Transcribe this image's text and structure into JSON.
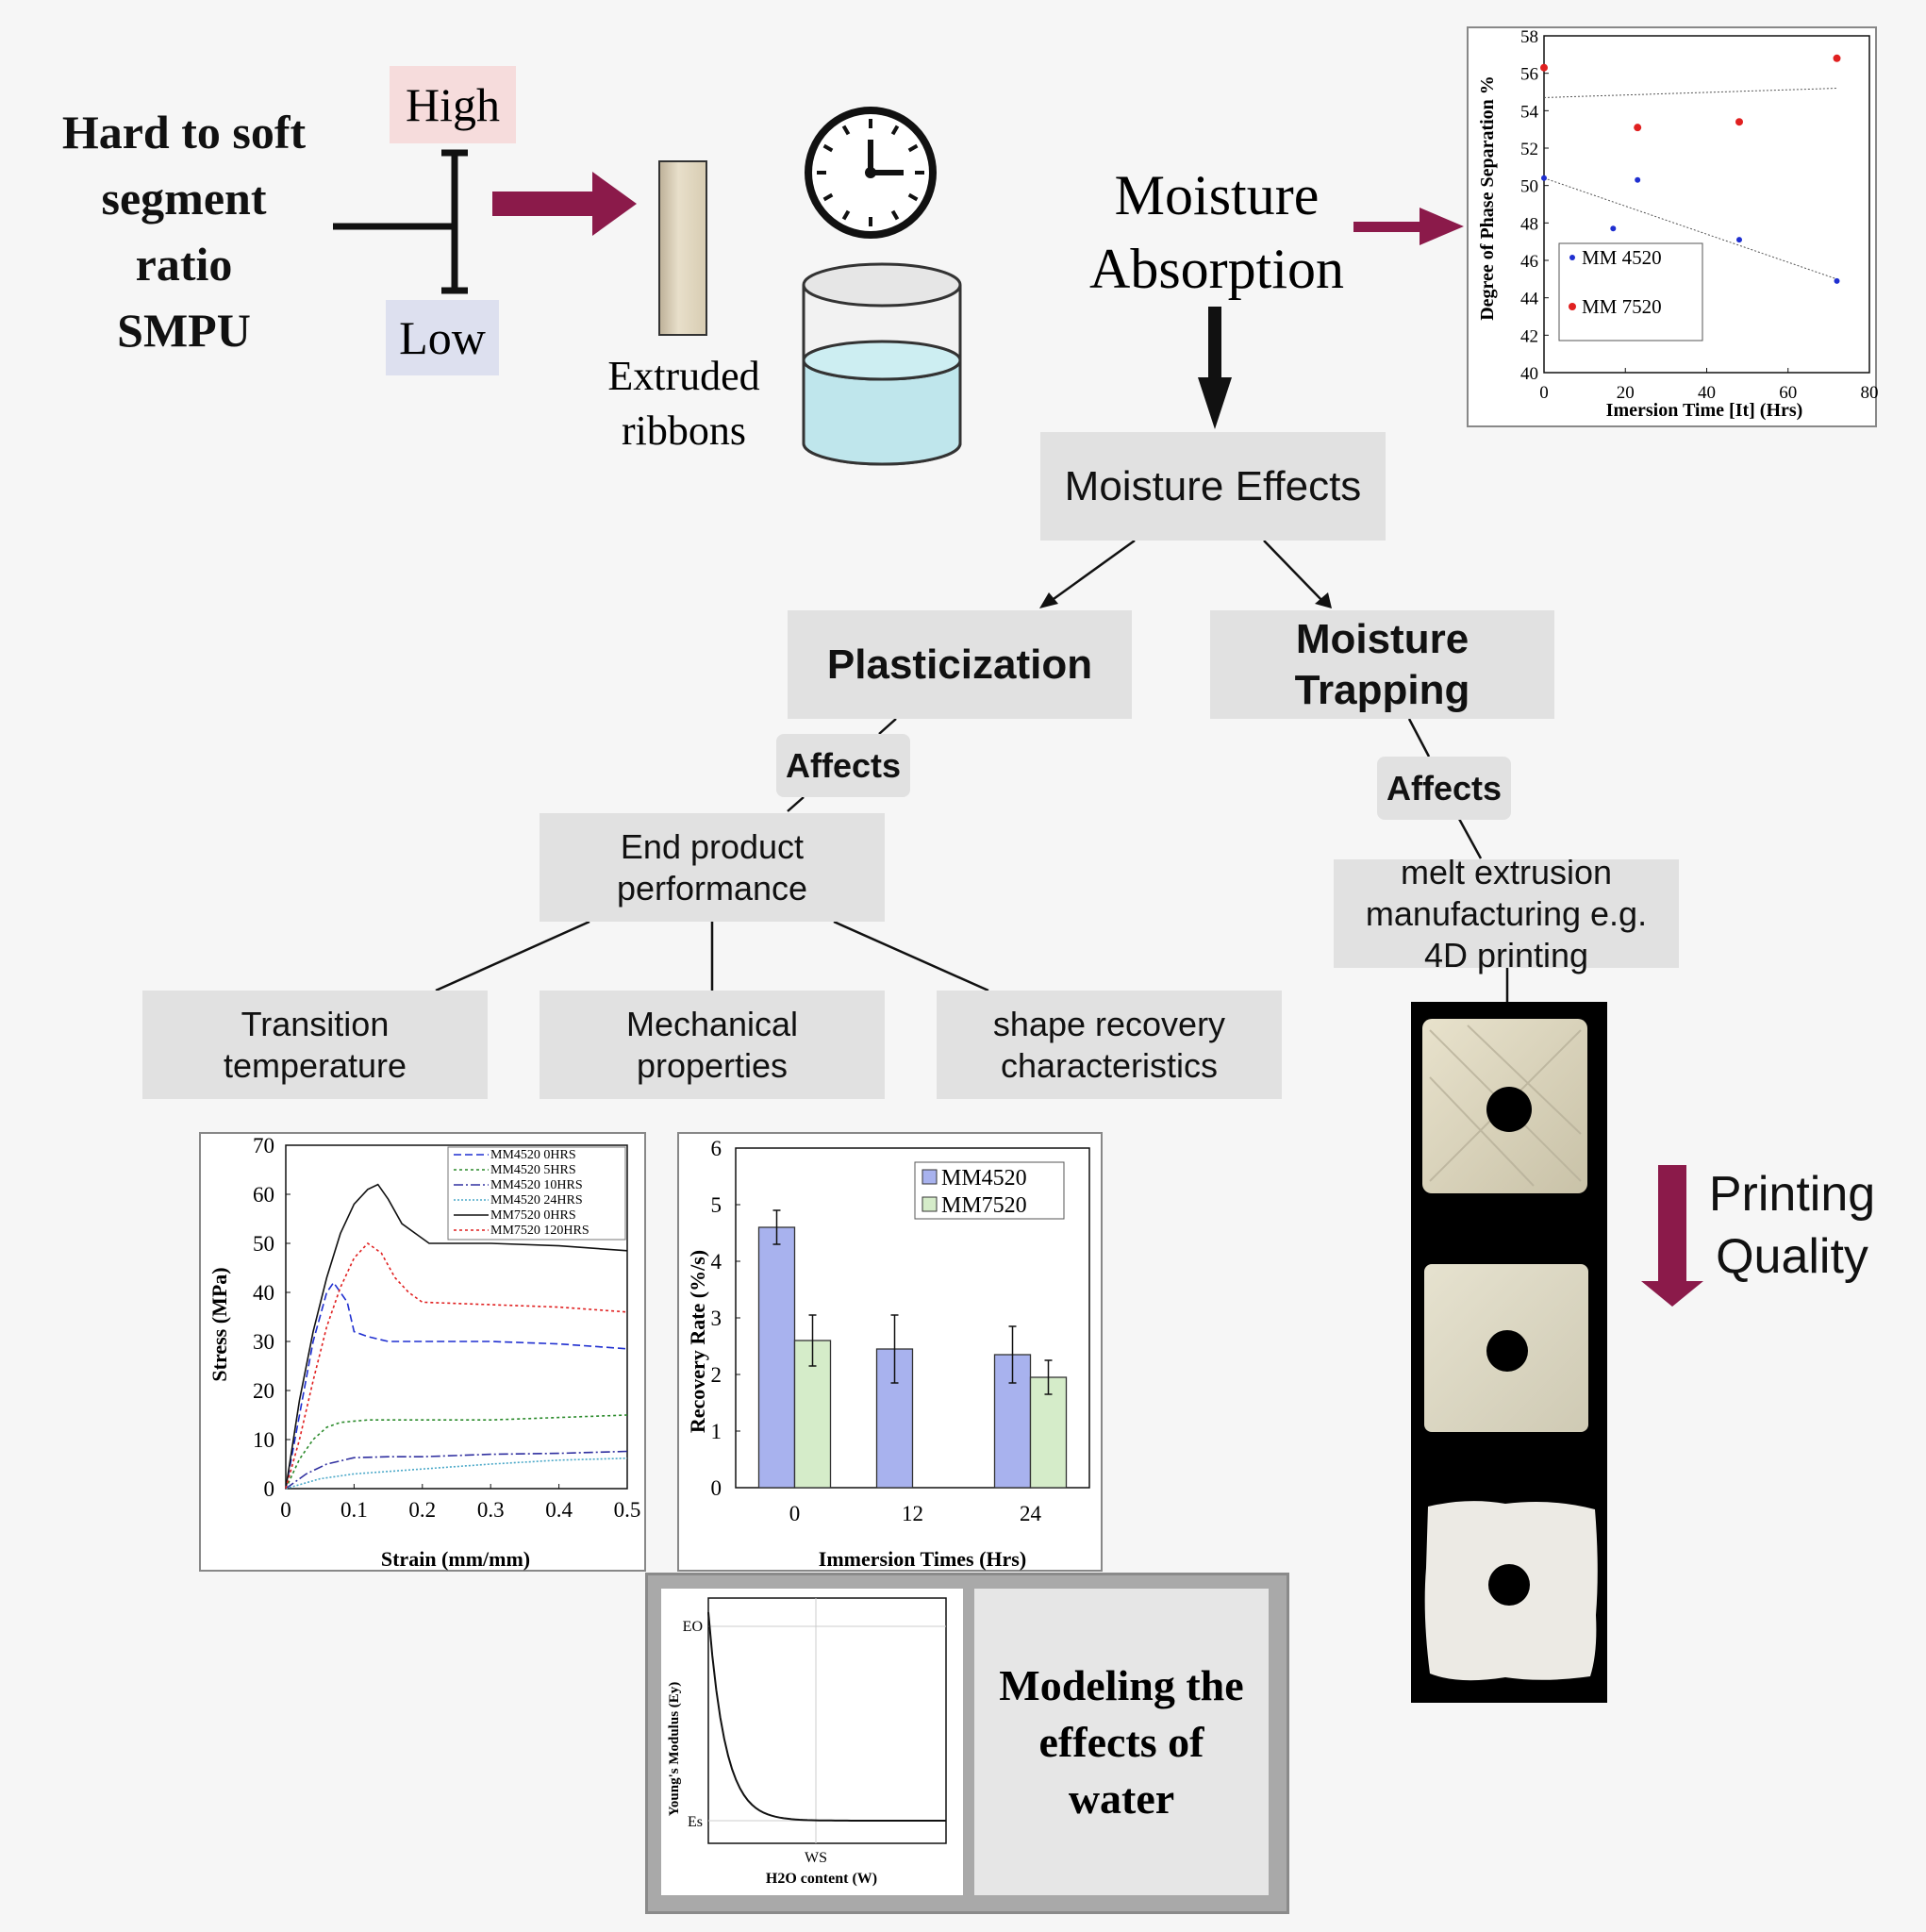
{
  "ratio_block": {
    "title": "Hard to soft segment ratio SMPU",
    "title_lines": [
      "Hard to soft",
      "segment",
      "ratio",
      "SMPU"
    ],
    "high_label": "High",
    "low_label": "Low"
  },
  "ribbon_label": "Extruded ribbons",
  "ribbon_label_lines": [
    "Extruded",
    "ribbons"
  ],
  "moisture_absorption": "Moisture Absorption",
  "moisture_absorption_lines": [
    "Moisture",
    "Absorption"
  ],
  "moisture_effects": "Moisture Effects",
  "plasticization": "Plasticization",
  "moisture_trapping": "Moisture Trapping",
  "moisture_trapping_lines": [
    "Moisture",
    "Trapping"
  ],
  "affects_left": "Affects",
  "affects_right": "Affects",
  "end_product": "End product performance",
  "end_product_lines": [
    "End product",
    "performance"
  ],
  "melt_extrusion": "melt extrusion manufacturing e.g. 4D printing",
  "melt_extrusion_lines": [
    "melt extrusion",
    "manufacturing e.g.",
    "4D printing"
  ],
  "transition": "Transition temperature",
  "transition_lines": [
    "Transition",
    "temperature"
  ],
  "mechanical": "Mechanical properties",
  "mechanical_lines": [
    "Mechanical",
    "properties"
  ],
  "shape_recovery": "shape recovery characteristics",
  "shape_recovery_lines": [
    "shape recovery",
    "characteristics"
  ],
  "printing_quality": "Printing Quality",
  "printing_quality_lines": [
    "Printing",
    "Quality"
  ],
  "modeling": "Modeling the effects of water",
  "modeling_lines": [
    "Modeling the",
    "effects of",
    "water"
  ],
  "colors": {
    "accent_arrow": "#8b1a4a",
    "high_bg": "#f6dcdc",
    "low_bg": "#dde0ef",
    "box_bg": "#e1e1e1",
    "mm4520": "#1f2fd0",
    "mm7520": "#e02020",
    "bar_blue": "#a8b2ee",
    "bar_green": "#d5ecc9"
  },
  "chart_data": [
    {
      "type": "scatter",
      "xlabel": "Imersion Time [It] (Hrs)",
      "ylabel": "Degree of Phase Separation %",
      "xlim": [
        0,
        80
      ],
      "ylim": [
        40,
        58
      ],
      "xticks": [
        "0",
        "20",
        "40",
        "60",
        "80"
      ],
      "yticks": [
        "40",
        "42",
        "44",
        "46",
        "48",
        "50",
        "52",
        "54",
        "56",
        "58"
      ],
      "legend_position": "bottom-left",
      "series": [
        {
          "name": "MM 4520",
          "color": "#1f2fd0",
          "x": [
            0,
            17,
            23,
            48,
            72
          ],
          "y": [
            50.4,
            47.7,
            50.3,
            47.1,
            44.9
          ],
          "trend": [
            [
              0,
              50.4
            ],
            [
              72,
              45.0
            ]
          ]
        },
        {
          "name": "MM 7520",
          "color": "#e02020",
          "x": [
            0,
            23,
            48,
            72
          ],
          "y": [
            56.3,
            53.1,
            53.4,
            56.8
          ],
          "trend": [
            [
              0,
              54.7
            ],
            [
              72,
              55.2
            ]
          ]
        }
      ]
    },
    {
      "type": "line",
      "xlabel": "Strain (mm/mm)",
      "ylabel": "Stress (MPa)",
      "xlim": [
        0,
        0.5
      ],
      "ylim": [
        0,
        70
      ],
      "xticks": [
        "0",
        "0.1",
        "0.2",
        "0.3",
        "0.4",
        "0.5"
      ],
      "yticks": [
        "0",
        "10",
        "20",
        "30",
        "40",
        "50",
        "60",
        "70"
      ],
      "legend_position": "top-right",
      "series": [
        {
          "name": "MM4520 0HRS",
          "color": "#1f2fd0",
          "dash": "8,4",
          "points": [
            [
              0,
              0
            ],
            [
              0.02,
              15
            ],
            [
              0.04,
              30
            ],
            [
              0.06,
              40
            ],
            [
              0.07,
              42
            ],
            [
              0.09,
              38
            ],
            [
              0.1,
              32
            ],
            [
              0.12,
              31
            ],
            [
              0.15,
              30
            ],
            [
              0.2,
              30
            ],
            [
              0.3,
              30
            ],
            [
              0.4,
              29.5
            ],
            [
              0.5,
              28.5
            ]
          ]
        },
        {
          "name": "MM4520 5HRS",
          "color": "#2a8a2a",
          "dash": "3,3",
          "points": [
            [
              0,
              0
            ],
            [
              0.02,
              6
            ],
            [
              0.04,
              10
            ],
            [
              0.06,
              12.5
            ],
            [
              0.08,
              13.5
            ],
            [
              0.12,
              14
            ],
            [
              0.2,
              14
            ],
            [
              0.3,
              14
            ],
            [
              0.4,
              14.5
            ],
            [
              0.5,
              15
            ]
          ]
        },
        {
          "name": "MM4520 10HRS",
          "color": "#3030a0",
          "dash": "10,3,2,3",
          "points": [
            [
              0,
              0
            ],
            [
              0.03,
              3
            ],
            [
              0.06,
              5
            ],
            [
              0.1,
              6.3
            ],
            [
              0.15,
              6.5
            ],
            [
              0.2,
              6.5
            ],
            [
              0.3,
              7
            ],
            [
              0.4,
              7.2
            ],
            [
              0.5,
              7.6
            ]
          ]
        },
        {
          "name": "MM4520 24HRS",
          "color": "#4aa8c8",
          "dash": "2,2",
          "points": [
            [
              0,
              0
            ],
            [
              0.05,
              2
            ],
            [
              0.1,
              3
            ],
            [
              0.2,
              4
            ],
            [
              0.3,
              5
            ],
            [
              0.4,
              5.8
            ],
            [
              0.5,
              6.2
            ]
          ]
        },
        {
          "name": "MM7520 0HRS",
          "color": "#111111",
          "dash": "",
          "points": [
            [
              0,
              0
            ],
            [
              0.02,
              18
            ],
            [
              0.04,
              32
            ],
            [
              0.06,
              43
            ],
            [
              0.08,
              52
            ],
            [
              0.1,
              58
            ],
            [
              0.12,
              61
            ],
            [
              0.135,
              62
            ],
            [
              0.15,
              59
            ],
            [
              0.17,
              54
            ],
            [
              0.19,
              52
            ],
            [
              0.21,
              50
            ],
            [
              0.25,
              50
            ],
            [
              0.3,
              50
            ],
            [
              0.4,
              49.5
            ],
            [
              0.5,
              48.5
            ]
          ]
        },
        {
          "name": "MM7520 120HRS",
          "color": "#e02020",
          "dash": "3,3",
          "points": [
            [
              0,
              0
            ],
            [
              0.02,
              10
            ],
            [
              0.04,
              22
            ],
            [
              0.06,
              33
            ],
            [
              0.08,
              41
            ],
            [
              0.1,
              47
            ],
            [
              0.12,
              50
            ],
            [
              0.14,
              48
            ],
            [
              0.16,
              43
            ],
            [
              0.18,
              40
            ],
            [
              0.2,
              38
            ],
            [
              0.3,
              37.5
            ],
            [
              0.4,
              37
            ],
            [
              0.5,
              36
            ]
          ]
        }
      ]
    },
    {
      "type": "bar",
      "xlabel": "Immersion Times (Hrs)",
      "ylabel": "Recovery Rate (%/s)",
      "categories": [
        "0",
        "12",
        "24"
      ],
      "ylim": [
        0,
        6
      ],
      "yticks": [
        "0",
        "1",
        "2",
        "3",
        "4",
        "5",
        "6"
      ],
      "legend_position": "top-right",
      "series": [
        {
          "name": "MM4520",
          "color": "#a8b2ee",
          "values": [
            4.6,
            2.45,
            2.35
          ],
          "errors": [
            0.3,
            0.6,
            0.5
          ]
        },
        {
          "name": "MM7520",
          "color": "#d5ecc9",
          "values": [
            2.6,
            null,
            1.95
          ],
          "errors": [
            0.45,
            null,
            0.3
          ]
        }
      ]
    },
    {
      "type": "line",
      "xlabel": "H2O content (W)",
      "ylabel": "Young's Modulus (Ey)",
      "xtick_labels": [
        "WS"
      ],
      "ytick_labels": [
        "EO",
        "Es"
      ],
      "grid": true,
      "series": [
        {
          "name": "",
          "color": "#111111",
          "shape": "exponential decay"
        }
      ]
    }
  ]
}
